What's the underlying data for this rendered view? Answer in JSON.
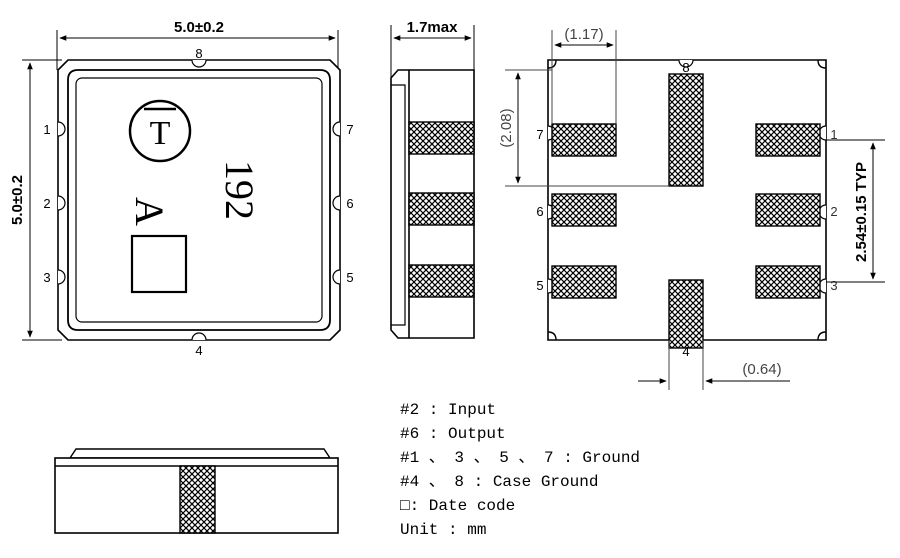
{
  "top_view": {
    "width_dim": "5.0±0.2",
    "height_dim": "5.0±0.2",
    "pins": [
      "1",
      "2",
      "3",
      "4",
      "5",
      "6",
      "7",
      "8"
    ],
    "marking": {
      "logo": "T",
      "code": "192",
      "letter": "A"
    }
  },
  "side_view": {
    "height_dim": "1.7max"
  },
  "pad_view": {
    "pad_width_dim": "(1.17)",
    "pad_pitch_top_dim": "(2.08)",
    "pitch_dim": "2.54±0.15 TYP",
    "pad_small_dim": "(0.64)",
    "pins": [
      "1",
      "2",
      "3",
      "4",
      "5",
      "6",
      "7",
      "8"
    ]
  },
  "legend": [
    "#2 : Input",
    "#6 : Output",
    "#1 、 3 、 5 、 7 : Ground",
    "#4 、 8 : Case Ground",
    "□: Date code",
    "Unit : mm"
  ]
}
